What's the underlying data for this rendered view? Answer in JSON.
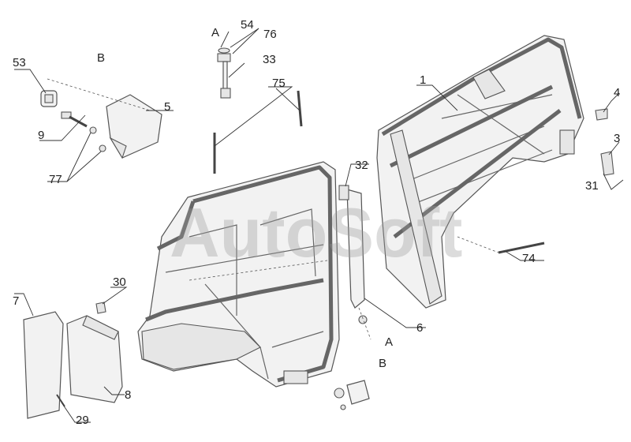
{
  "watermark": "AutoSoft",
  "view_labels": {
    "a_top": "A",
    "b_top": "B",
    "a_bottom": "A",
    "b_bottom": "B"
  },
  "callouts": {
    "c1": "1",
    "c3": "3",
    "c4": "4",
    "c5": "5",
    "c6": "6",
    "c7": "7",
    "c8": "8",
    "c9": "9",
    "c29": "29",
    "c30": "30",
    "c31": "31",
    "c32": "32",
    "c33": "33",
    "c53": "53",
    "c54": "54",
    "c74": "74",
    "c75": "75",
    "c76": "76",
    "c77": "77"
  }
}
